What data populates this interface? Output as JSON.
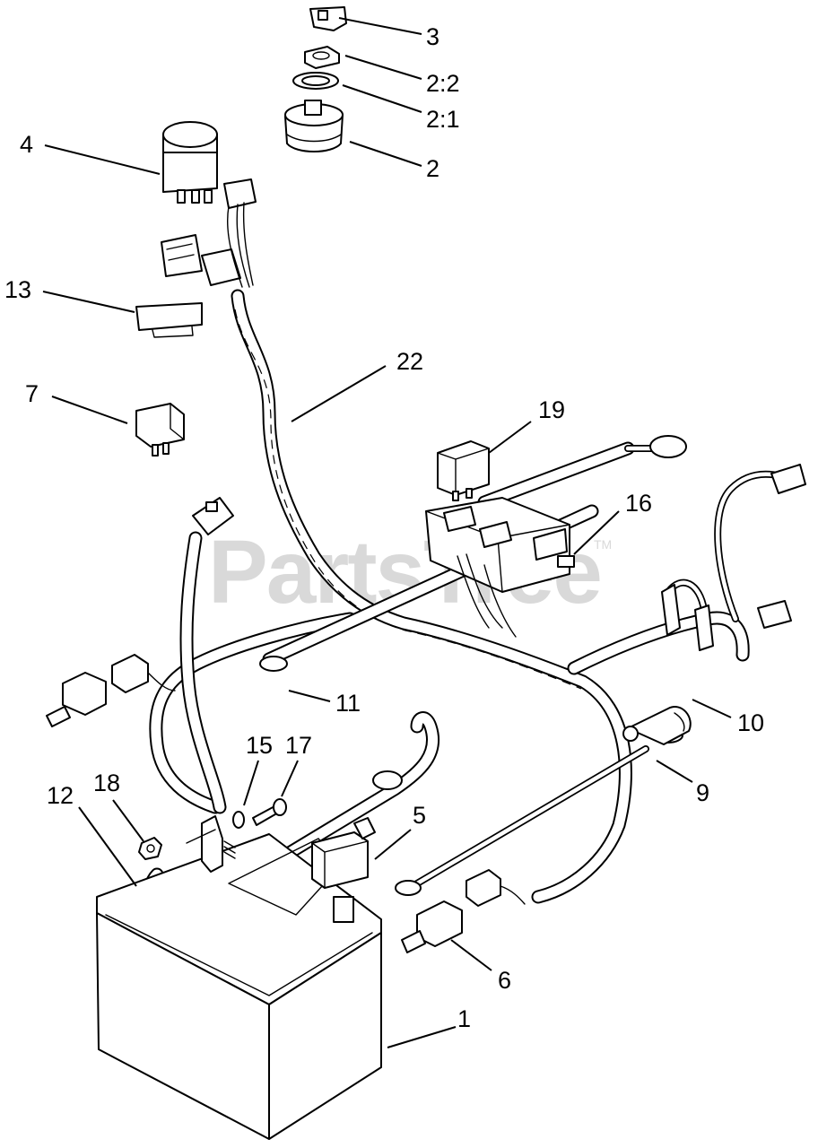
{
  "watermark": "PartsTree",
  "watermark_tm": "TM",
  "callouts": [
    {
      "id": "c-3",
      "text": "3"
    },
    {
      "id": "c-2-2",
      "text": "2:2"
    },
    {
      "id": "c-2-1",
      "text": "2:1"
    },
    {
      "id": "c-2",
      "text": "2"
    },
    {
      "id": "c-4",
      "text": "4"
    },
    {
      "id": "c-13",
      "text": "13"
    },
    {
      "id": "c-22",
      "text": "22"
    },
    {
      "id": "c-7",
      "text": "7"
    },
    {
      "id": "c-19",
      "text": "19"
    },
    {
      "id": "c-16",
      "text": "16"
    },
    {
      "id": "c-11",
      "text": "11"
    },
    {
      "id": "c-10",
      "text": "10"
    },
    {
      "id": "c-9",
      "text": "9"
    },
    {
      "id": "c-15",
      "text": "15"
    },
    {
      "id": "c-17",
      "text": "17"
    },
    {
      "id": "c-12",
      "text": "12"
    },
    {
      "id": "c-18",
      "text": "18"
    },
    {
      "id": "c-5",
      "text": "5"
    },
    {
      "id": "c-6",
      "text": "6"
    },
    {
      "id": "c-1",
      "text": "1"
    }
  ]
}
